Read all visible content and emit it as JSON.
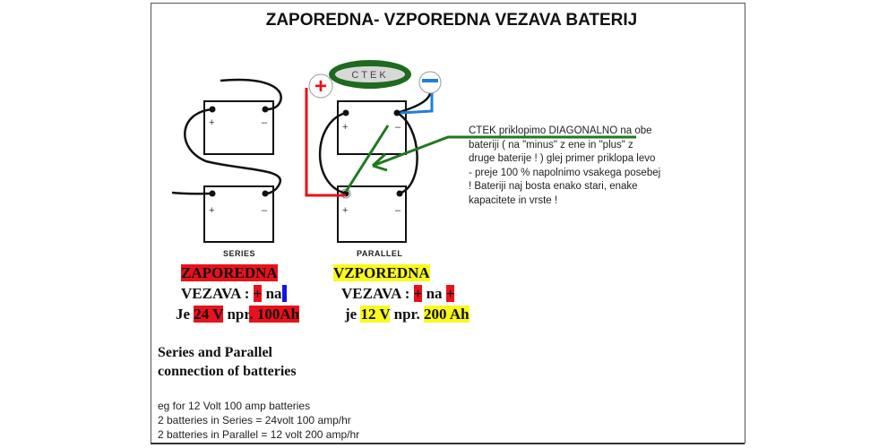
{
  "title": "ZAPOREDNA- VZPOREDNA VEZAVA BATERIJ",
  "diagram": {
    "charger_label": "CTEK",
    "plus_sign": "+",
    "minus_sign": "−",
    "series_label": "SERIES",
    "parallel_label": "PARALLEL",
    "colors": {
      "positive": "#e8121c",
      "negative": "#1e7fd8",
      "charger": "#1e7a1e"
    }
  },
  "note": "CTEK priklopimo DIAGONALNO na obe bateriji ( na \"minus\" z ene in \"plus\" z druge baterije ! ) glej primer priklopa levo - preje 100 % napolnimo vsakega posebej ! Bateriji naj bosta enako stari, enake kapacitete in vrste !",
  "series": {
    "heading": "ZAPOREDNA",
    "vezava": "VEZAVA : ",
    "from": "+",
    "na": " na",
    "to": "-",
    "je": "Je ",
    "voltage": "24 V",
    "npr": " npr",
    "capacity": ". 100Ah"
  },
  "parallel": {
    "heading": "VZPOREDNA",
    "vezava": "VEZAVA : ",
    "from": "+",
    "na": " na ",
    "to": "+",
    "je": "je ",
    "voltage": "12 V",
    "npr": " npr. ",
    "capacity": "200 Ah"
  },
  "english": {
    "heading1": "Series and Parallel",
    "heading2": "connection of batteries",
    "line1": "eg for 12 Volt 100 amp batteries",
    "line2": "2 batteries in Series = 24volt 100 amp/hr",
    "line3": "2 batteries in Parallel = 12 volt 200 amp/hr"
  }
}
